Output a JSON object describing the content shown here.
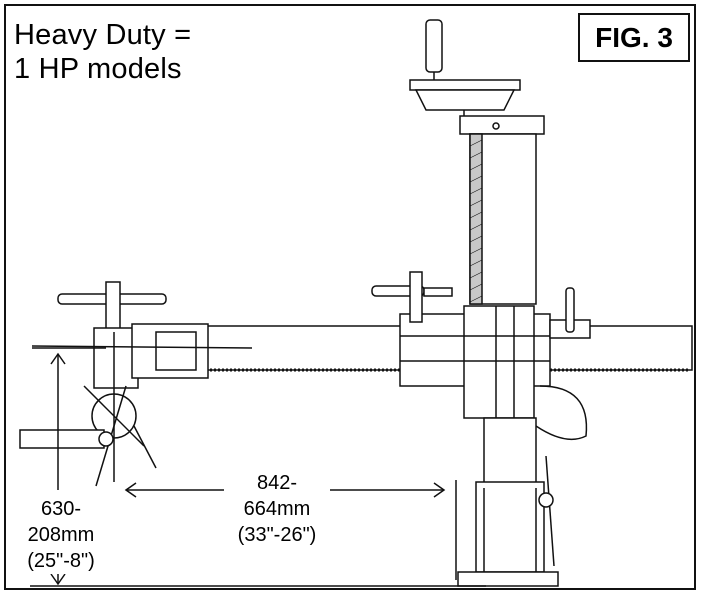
{
  "figure": {
    "fig_label": "FIG. 3",
    "title_line1": "Heavy Duty  =",
    "title_line2": "1 HP models"
  },
  "dimensions": {
    "horizontal": {
      "metric": "842-664mm",
      "imperial": "(33\"-26\")"
    },
    "vertical": {
      "metric": "630-208mm",
      "imperial": "(25\"-8\")"
    }
  },
  "colors": {
    "line": "#111111",
    "background": "#ffffff",
    "shade": "#c8c8c8"
  }
}
